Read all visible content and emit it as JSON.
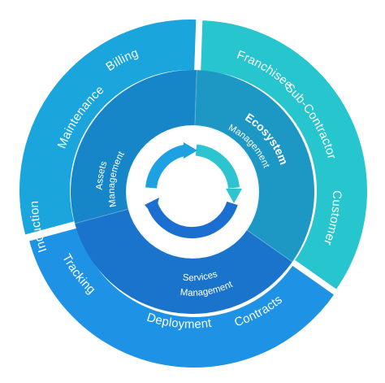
{
  "diagram": {
    "segments": [
      {
        "id": "assets",
        "inner_lines": [
          "Assets",
          "Management"
        ],
        "items": [
          "Billing",
          "Maintenance",
          "Induction"
        ],
        "colors": {
          "outer": "#1aa6dd",
          "inner": "#1786c9"
        }
      },
      {
        "id": "ecosystem",
        "inner_lines": [
          "Ecosystem",
          "Management"
        ],
        "items": [
          "Franchisee",
          "Sub-Contractor",
          "Customer"
        ],
        "colors": {
          "outer": "#27c6cf",
          "inner": "#1d98c4"
        }
      },
      {
        "id": "services",
        "inner_lines": [
          "Services",
          "Management"
        ],
        "items": [
          "Tracking",
          "Deployment",
          "Contracts"
        ],
        "colors": {
          "outer": "#1e93e6",
          "inner": "#1a74cc"
        }
      }
    ],
    "center_icon": "cycle-arrows-icon",
    "center_colors": [
      "#1da1e2",
      "#2cc5cf",
      "#1a6fd0"
    ]
  }
}
